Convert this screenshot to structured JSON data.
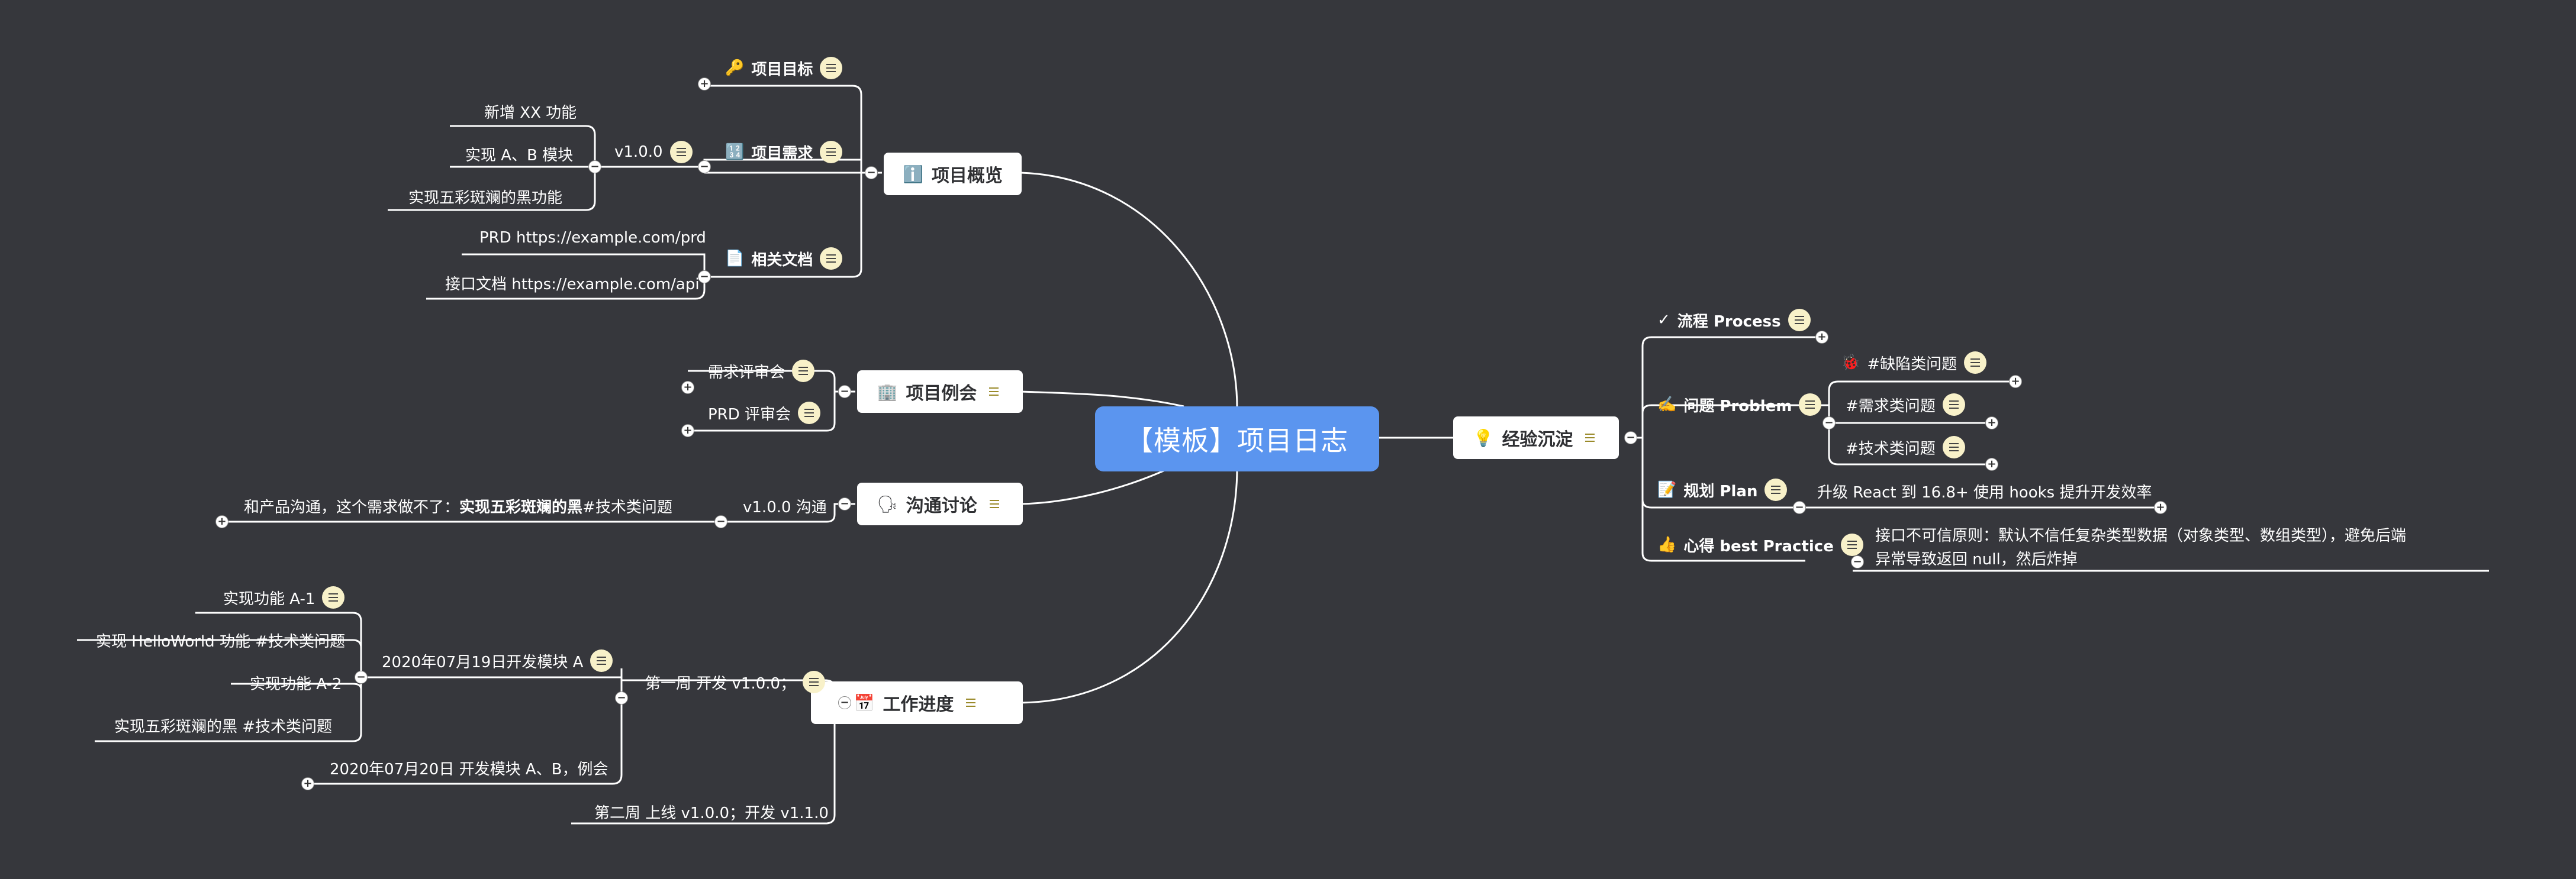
{
  "root": "【模板】项目日志",
  "left": {
    "overview": {
      "label": "项目概览",
      "icon": "ℹ️",
      "goal": {
        "label": "项目目标",
        "icon": "🔑"
      },
      "req": {
        "label": "项目需求",
        "icon": "🔢",
        "version": "v1.0.0",
        "items": [
          "新增 XX 功能",
          "实现 A、B 模块",
          "实现五彩斑斓的黑功能"
        ]
      },
      "docs": {
        "label": "相关文档",
        "icon": "📄",
        "items": [
          "PRD https://example.com/prd",
          "接口文档 https://example.com/api"
        ]
      }
    },
    "meeting": {
      "label": "项目例会",
      "icon": "🏢",
      "items": [
        "需求评审会",
        "PRD 评审会"
      ]
    },
    "discuss": {
      "label": "沟通讨论",
      "icon": "🗣",
      "version": "v1.0.0 沟通",
      "detail_prefix": "和产品沟通，这个需求做不了：",
      "detail_bold": "实现五彩斑斓的黑",
      "detail_suffix": " #技术类问题"
    },
    "progress": {
      "label": "工作进度",
      "icon": "📅",
      "week1": "第一周 开发 v1.0.0；",
      "day1": "2020年07月19日开发模块 A",
      "day1_items": [
        "实现功能 A-1",
        "实现 HelloWorld 功能 #技术类问题",
        "实现功能 A-2",
        "实现五彩斑斓的黑 #技术类问题"
      ],
      "day2": "2020年07月20日 开发模块 A、B，例会",
      "week2": "第二周 上线 v1.0.0；开发 v1.1.0"
    }
  },
  "right": {
    "experience": {
      "label": "经验沉淀",
      "icon": "💡"
    },
    "process": {
      "label": "流程 Process",
      "icon": "✓"
    },
    "problem": {
      "label": "问题 Problem",
      "icon": "✍️",
      "items": [
        "#缺陷类问题",
        "#需求类问题",
        "#技术类问题"
      ],
      "bug_icon": "🐞"
    },
    "plan": {
      "label": "规划 Plan",
      "icon": "📝",
      "detail": "升级 React 到 16.8+ 使用 hooks 提升开发效率"
    },
    "practice": {
      "label": "心得 best Practice",
      "icon": "👍",
      "detail_line1": "接口不可信原则：默认不信任复杂类型数据（对象类型、数组类型），避免后端",
      "detail_line2": "异常导致返回 null，然后炸掉"
    }
  }
}
